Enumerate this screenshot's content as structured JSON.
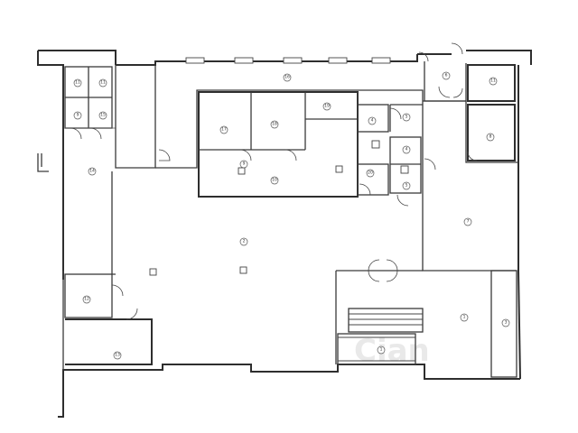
{
  "watermark": "Cian",
  "room_labels": [
    "1",
    "1",
    "2",
    "3",
    "6",
    "7",
    "8",
    "9",
    "10",
    "11",
    "11",
    "11",
    "12",
    "13",
    "14",
    "15",
    "16",
    "17",
    "18",
    "19",
    "20",
    "5",
    "4",
    "4",
    "5",
    "9"
  ]
}
